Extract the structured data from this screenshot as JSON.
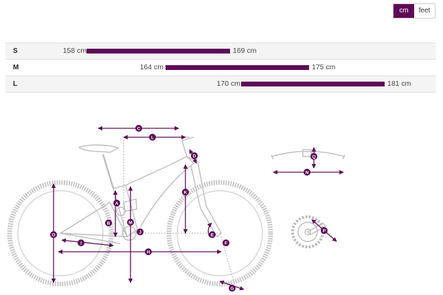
{
  "units": {
    "options": [
      "cm",
      "feet"
    ],
    "selected": "cm"
  },
  "accent_color": "#5e0a57",
  "sizes": [
    {
      "label": "S",
      "min": "158 cm",
      "max": "169 cm",
      "min_value": 158,
      "max_value": 169
    },
    {
      "label": "M",
      "min": "164 cm",
      "max": "175 cm",
      "min_value": 164,
      "max_value": 175
    },
    {
      "label": "L",
      "min": "170 cm",
      "max": "181 cm",
      "min_value": 170,
      "max_value": 181
    }
  ],
  "geometry_markers": [
    "A",
    "B",
    "C",
    "D",
    "E",
    "F",
    "G",
    "H",
    "I",
    "J",
    "K",
    "L",
    "M",
    "N",
    "O",
    "P",
    "Q"
  ]
}
